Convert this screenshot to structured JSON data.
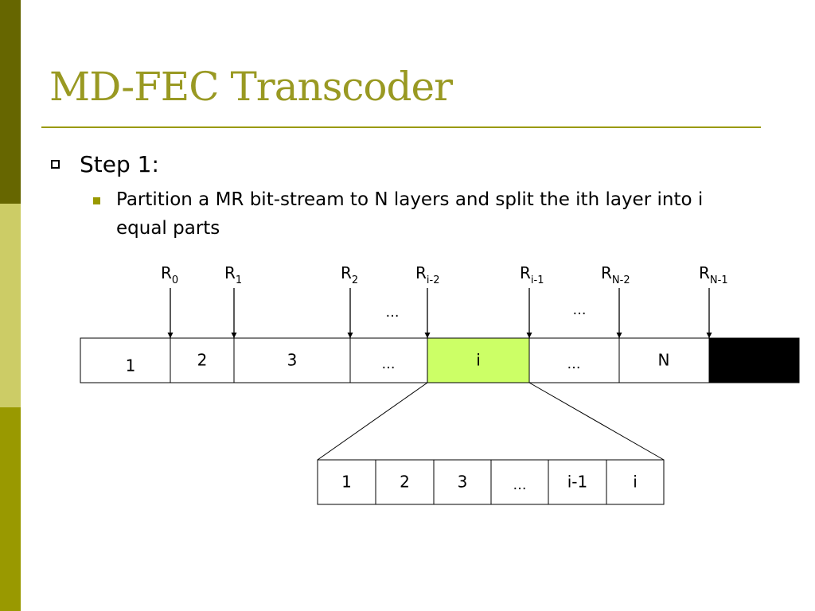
{
  "colors": {
    "sidebar_dark": "#666600",
    "sidebar_light": "#cccc66",
    "sidebar_mid": "#999900",
    "title": "#999922",
    "rule": "#999900",
    "bullet": "#999900",
    "highlight": "#ccff66",
    "tail": "#000000",
    "text": "#000000"
  },
  "slide": {
    "title": "MD-FEC Transcoder",
    "bullet1": "Step 1:",
    "bullet2": "Partition a MR bit-stream to N layers and split the ith layer into i equal parts"
  },
  "diagram": {
    "top_cells": [
      "1",
      "2",
      "3",
      "…",
      "i",
      "…",
      "N",
      ""
    ],
    "highlight_index": 4,
    "tail_index": 7,
    "rates": [
      {
        "base": "R",
        "sub": "0"
      },
      {
        "base": "R",
        "sub": "1"
      },
      {
        "base": "R",
        "sub": "2"
      },
      {
        "base": "R",
        "sub": "i-2"
      },
      {
        "base": "R",
        "sub": "i-1"
      },
      {
        "base": "R",
        "sub": "N-2"
      },
      {
        "base": "R",
        "sub": "N-1"
      }
    ],
    "gap_dots": [
      "…",
      "…"
    ],
    "bottom_cells": [
      "1",
      "2",
      "3",
      "…",
      "i-1",
      "i"
    ]
  }
}
